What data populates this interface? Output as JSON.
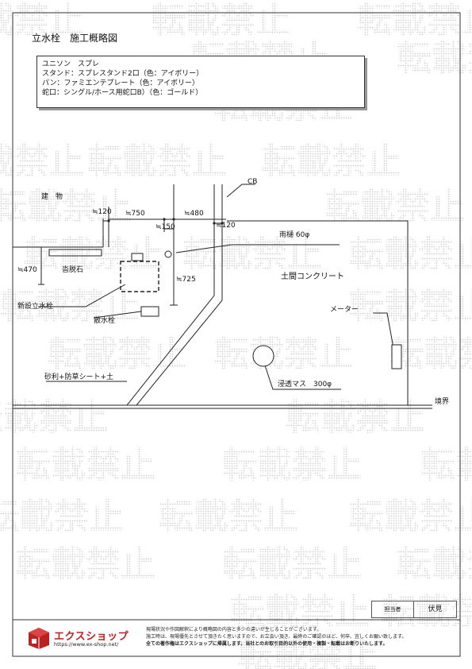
{
  "title": "立水栓　施工概略図",
  "spec": {
    "line1": "ユニソン　スプレ",
    "line2": "スタンド：スプレスタンド2口（色：アイボリー）",
    "line3": "パン：ファミエンテプレート（色：アイボリー）",
    "line4": "蛇口：シングル/ホース用蛇口B）（色：ゴールド）"
  },
  "labels": {
    "building": "建　物",
    "cb": "CB",
    "dim_120_left": "≒120",
    "dim_750": "≒750",
    "dim_480": "≒480",
    "dim_150": "≒150",
    "dim_120_right": "≒120",
    "dim_725": "≒725",
    "dim_470": "≒470",
    "shoe_stone": "沓脱石",
    "new_faucet": "新設立水栓",
    "sprinkler_faucet": "散水栓",
    "rain_gutter": "雨樋 60φ",
    "concrete": "土間コンクリート",
    "meter": "メーター",
    "gravel": "砂利+防草シート+土",
    "infiltration": "浸透マス　300φ",
    "boundary": "境界"
  },
  "watermark": "転載禁止",
  "footer": {
    "logo_text": "エクスショップ",
    "logo_url": "https://www.ex-shop.net/",
    "note1": "現場状況や作図解釈により概略図の内容と多少の違いが生じることがございます。",
    "note2": "施工時は、現場優先とさせて頂きたく思いますので、お立会い頂き、最終のご確認のほど、何卒、宜しくお願い致します。",
    "note3": "全ての著作権はエクスショップに帰属します。当社とのお取引目的以外の使用・複製・転載はお断りいたします。",
    "person_label": "担当者",
    "person_name": "伏見"
  },
  "colors": {
    "line": "#222222",
    "watermark": "#d8d8d8",
    "logo": "#bb2222"
  }
}
